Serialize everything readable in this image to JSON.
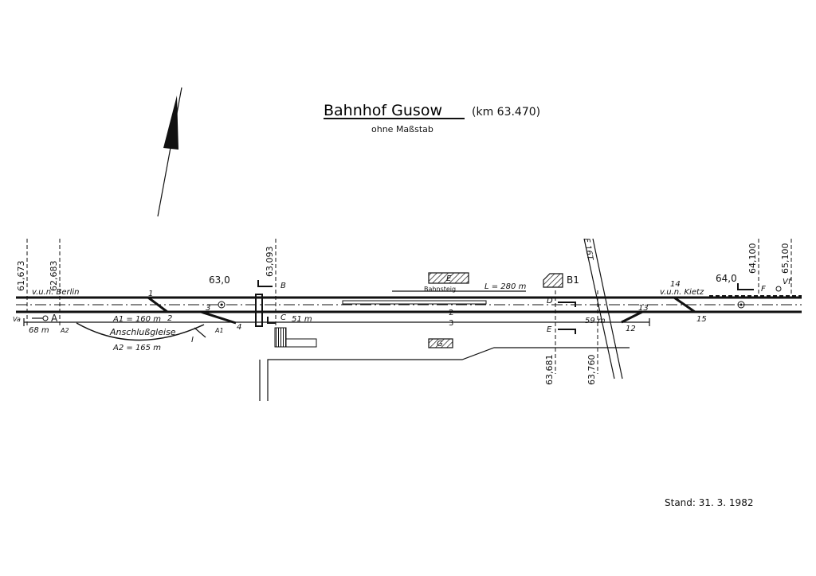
{
  "title": "Bahnhof  Gusow",
  "title_km": "(km 63.470)",
  "subtitle": "ohne Maßstab",
  "stand": "Stand:  31. 3. 1982",
  "km_markers": {
    "k61673": "61,673",
    "k62683": "62,683",
    "k63093": "63,093",
    "k63681": "63,681",
    "k63760": "63,760",
    "k64100": "64,100",
    "k65100": "65,100"
  },
  "km_posts": {
    "p630": "63,0",
    "p640": "64,0"
  },
  "destinations": {
    "west": "v.u.n.  Berlin",
    "east": "v.u.n. Kietz"
  },
  "track_numbers": {
    "t2": "2",
    "t3": "3"
  },
  "switches": {
    "w1": "1",
    "w2": "2",
    "w3": "3",
    "w4": "4",
    "w12": "12",
    "w13": "13",
    "w14": "14",
    "w15": "15"
  },
  "signals": {
    "A": "A",
    "B": "B",
    "C": "C",
    "D": "D",
    "E_sig": "E",
    "F": "F",
    "Vf": "Vf",
    "Va": "Va"
  },
  "buildings": {
    "E": "E",
    "G": "G",
    "B1": "B1"
  },
  "platform": {
    "name": "Bahnsteig",
    "length": "L = 280 m"
  },
  "siding": {
    "name": "Anschlußgleise",
    "a1": "A1 = 160 m",
    "a2": "A2 = 165 m",
    "a1_short": "A1",
    "a2_short": "A2",
    "lock": "I"
  },
  "lengths": {
    "l68": "68 m",
    "l51": "51 m",
    "l59": "59 m"
  },
  "crossing_label": "F 16T"
}
